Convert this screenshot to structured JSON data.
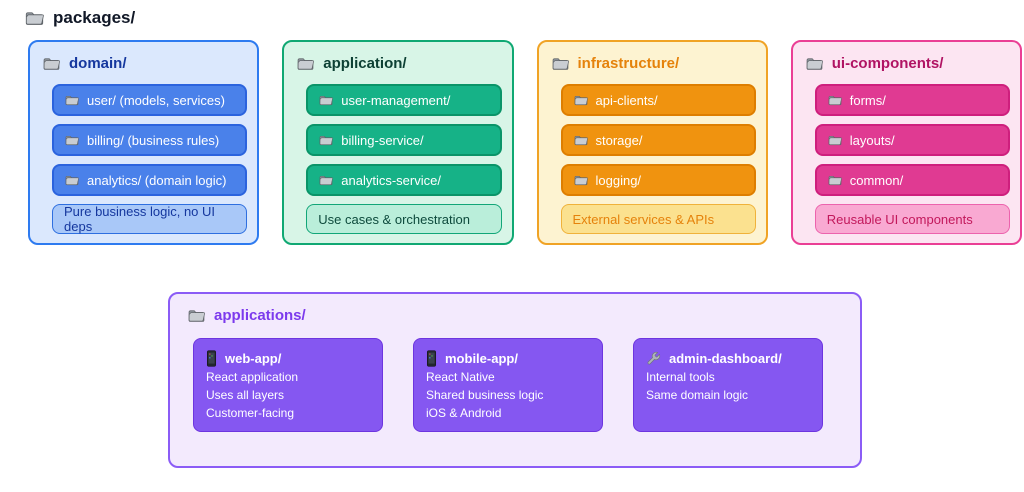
{
  "page_title": {
    "label": "packages/",
    "icon": "folder-icon"
  },
  "packages": [
    {
      "name": "domain",
      "header": "domain/",
      "items": [
        "user/ (models, services)",
        "billing/ (business rules)",
        "analytics/ (domain logic)"
      ],
      "note": "Pure business logic, no UI deps",
      "colors": {
        "accent": "#2e7bf0",
        "item_bg": "#4a81ea",
        "header_text": "#15379e"
      }
    },
    {
      "name": "application",
      "header": "application/",
      "items": [
        "user-management/",
        "billing-service/",
        "analytics-service/"
      ],
      "note": "Use cases & orchestration",
      "colors": {
        "accent": "#10a873",
        "item_bg": "#16b287",
        "header_text": "#0d4034"
      }
    },
    {
      "name": "infrastructure",
      "header": "infrastructure/",
      "items": [
        "api-clients/",
        "storage/",
        "logging/"
      ],
      "note": "External services & APIs",
      "colors": {
        "accent": "#f0a325",
        "item_bg": "#f0930f",
        "header_text": "#e5820b"
      }
    },
    {
      "name": "ui-components",
      "header": "ui-components/",
      "items": [
        "forms/",
        "layouts/",
        "common/"
      ],
      "note": "Reusable UI components",
      "colors": {
        "accent": "#ea3f95",
        "item_bg": "#e03a92",
        "header_text": "#b01363"
      }
    }
  ],
  "applications_section": {
    "header": "applications/",
    "colors": {
      "accent": "#8b5cf6",
      "card_bg": "#8557f1",
      "header_text": "#7c3aed"
    },
    "cards": [
      {
        "icon": "phone-icon",
        "title": "web-app/",
        "lines": [
          "React application",
          "Uses all layers",
          "Customer-facing"
        ]
      },
      {
        "icon": "phone-icon",
        "title": "mobile-app/",
        "lines": [
          "React Native",
          "Shared business logic",
          "iOS & Android"
        ]
      },
      {
        "icon": "wrench-icon",
        "title": "admin-dashboard/",
        "lines": [
          "Internal tools",
          "Same domain logic"
        ]
      }
    ]
  }
}
